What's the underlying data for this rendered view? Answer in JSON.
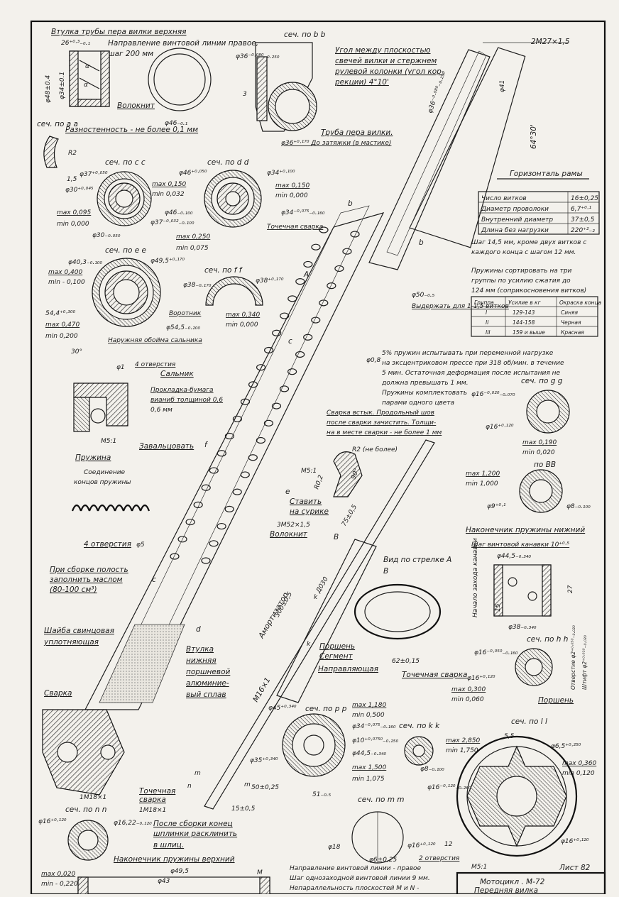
{
  "colors": {
    "paper": "#f3f1ec",
    "ink": "#1a1a1a",
    "hatch": "#2b2b2b"
  },
  "labels": {
    "top_bushing": "Втулка трубы пера вилки верхняя",
    "thread_dir": "Направление винтовой линии правое,",
    "thread_step": "шаг 200 мм",
    "dim_26": "26⁺⁰·³₋₀.₁",
    "phi48": "φ48±0.4",
    "phi34": "φ34±0.1",
    "alpha": "α",
    "wolok": "Волокнит",
    "raznost": "Разностенность - не более 0,1 мм",
    "phi46_01": "φ46₋₀.₁",
    "sec_bb": "сеч. по b b",
    "phi36_top": "φ36⁻⁰·⁰⁸⁰₋₀.₂₅₀",
    "dim_3": "3",
    "angle_note_1": "Угол между плоскостью",
    "angle_note_2": "свечей вилки и стержнем",
    "angle_note_3": "рулевой колонки (угол кор-",
    "angle_note_4": "рекции) 4°10'",
    "tube_label": "Труба пера вилки.",
    "phi36_tube": "φ36⁺⁰·¹⁷⁰ До затяжки (в мастике)",
    "thread_2m27": "2M27×1,5",
    "phi36_diag": "φ36⁻⁰·⁰⁸⁰₋₀.₂₅₀",
    "phi41": "φ41",
    "angle_64": "64°30'",
    "horizon": "Горизонталь рамы",
    "sec_aa": "сеч. по a a",
    "r2": "R2",
    "dim_15": "1,5",
    "sec_cc": "сеч. по c c",
    "phi37": "φ37⁺⁰·⁰⁵⁰",
    "phi30": "φ30⁺⁰·⁰⁴⁵",
    "max095": "max 0,095",
    "min000": "min 0,000",
    "phi30_b": "φ30₋₀.₀₅₀",
    "phi37_b": "φ37⁻⁰·⁰³²₋₀.₁₀₀",
    "max150_c": "max 0,150",
    "min032": "min 0,032",
    "sec_dd": "сеч. по d d",
    "phi46_d": "φ46⁺⁰·⁰⁵⁰",
    "phi34_d": "φ34⁺⁰·¹⁰⁰",
    "max150_d": "max 0,150",
    "min000_d": "min 0,000",
    "phi46_d2": "φ46₋₀.₁₀₀",
    "phi34_d2": "φ34⁻⁰·⁰⁷⁵₋₀.₁₆₀",
    "max250": "max 0,250",
    "min075": "min 0,075",
    "spot_weld": "Точечная сварка",
    "sec_ee": "сеч. по e e",
    "phi403": "φ40,3₋₀.₁₀₀",
    "phi495": "φ49,5⁺⁰·¹⁷⁰",
    "max400": "max 0,400",
    "min100": "min - 0,100",
    "phi544": "54,4⁺⁰·³⁰⁰",
    "max470": "max 0,470",
    "min200": "min 0,200",
    "vorotnik": "Воротник",
    "phi545": "φ54,5₋₀.₂₀₀",
    "outer_cage": "Наружняя обойма сальника",
    "sec_ff": "сеч. по f f",
    "phi38_f": "φ38₋₀.₁₇₀",
    "phi38_f2": "φ38⁺⁰·¹⁷⁰",
    "max340": "max 0,340",
    "min000_f": "min 0,000",
    "springs_table": [
      [
        "Число витков",
        "16±0,25"
      ],
      [
        "Диаметр проволоки",
        "6,7⁺⁰·¹"
      ],
      [
        "Внутренний диаметр",
        "37±0,5"
      ],
      [
        "Длина без нагрузки",
        "220⁺²₋₂"
      ]
    ],
    "pitch_note_1": "Шаг 14,5 мм, кроме двух витков с",
    "pitch_note_2": "каждого конца с шагом 12 мм.",
    "sort_1": "Пружины сортировать на три",
    "sort_2": "группы по усилию сжатия до",
    "sort_3": "124 мм (соприкосновения витков)",
    "group_header": [
      "Группа",
      "Усилие в кг",
      "Окраска конца"
    ],
    "group_rows": [
      [
        "I",
        "129-143",
        "Синяя"
      ],
      [
        "II",
        "144-158",
        "Черная"
      ],
      [
        "III",
        "159 и выше",
        "Красная"
      ]
    ],
    "phi50": "φ50₋₀.₅",
    "vydergat": "Выдержать для 1-1,5 витков",
    "spring_note": [
      "5% пружин испытывать при переменной нагрузке",
      "на эксцентриковом прессе при 318 об/мин. в течение",
      "5 мин. Остаточная деформация после испытания не",
      "должна превышать 1 мм.",
      "Пружины комплектовать",
      "парами одного цвета"
    ],
    "dim_30": "30°",
    "four_holes_top": "4 отверстия",
    "phi1": "φ1",
    "salnik": "Сальник",
    "gasket_1": "Прокладка-бумага",
    "gasket_2": "вианиб толщиной 0,6",
    "gasket_3": "0,6 мм",
    "m51": "M5:1",
    "zavalc": "Завальцовать",
    "pruzhina": "Пружина",
    "join_1": "Соединение",
    "join_2": "концов пружины",
    "sec_gg": "сеч. по g g",
    "phi16_g": "φ16⁻⁰·⁰²⁰₋₀.₀₇₀",
    "phi16_g2": "φ16⁺⁰·¹²⁰",
    "max190": "max 0,190",
    "min020": "min 0,020",
    "weld_1": "Сварка встык. Продольный шов",
    "weld_2": "после сварки зачистить. Толщи-",
    "weld_3": "на в месте сварки - не более 1 мм",
    "r2_limit": "R2 (не более)",
    "m51_b": "M5:1",
    "deg90": "90°",
    "r02": "R0,2",
    "stavit_1": "Ставить",
    "stavit_2": "на сурике",
    "thread_3m52": "3M52×1,5",
    "wolok2": "Волокнит",
    "sec_vv": "по ВВ",
    "max1200": "max 1,200",
    "min1000": "min 1,000",
    "phi9": "φ9⁺⁰·¹",
    "phi8": "φ8₋₀.₁₀₀",
    "lower_tip": "Наконечник пружины нижний",
    "groove_step": "Шаг винтовой канавки 10⁺⁰·⁵",
    "phi445": "φ44,5₋₀.₃₄₀",
    "groove_start": "Начало захода канавки",
    "dim_27": "27",
    "dim_15b": "15",
    "phi38_h": "φ38₋₀.₃₄₀",
    "four_holes": "4 отверстия",
    "phi5": "φ5",
    "fill_1": "При сборке полость",
    "fill_2": "заполнить маслом",
    "fill_3": "(80-100 см³)",
    "dim_75": "75±0,5",
    "arrow_view": "Вид по стрелке А",
    "len_b": "B",
    "d030": "Д030",
    "lead_washer_1": "Шайба свинцовая",
    "lead_washer_2": "уплотняющая",
    "bush_1": "Втулка",
    "bush_2": "нижняя",
    "bush_3": "поршневой",
    "bush_4": "алюминие-",
    "bush_5": "вый сплав",
    "damper": "Амортизатор",
    "dim_300": "300±0,5",
    "piston": "Поршень",
    "segment": "Сегмент",
    "napr": "Направляющая",
    "dim_62": "62±0,15",
    "spot2": "Точечная сварка",
    "sec_hh": "сеч. по h h",
    "phi16_h": "φ16⁻⁰·⁰⁵⁰₋₀.₁₆₀",
    "otv": "Отверстие φ2⁺⁰·⁰⁵⁰₋₀.₀₂₀",
    "shtift": "Штифт φ2⁺⁰·⁰¹⁰₋₀.₀₃₀",
    "phi16_h2": "φ16⁺⁰·¹²⁰",
    "max300": "max 0,300",
    "min060": "min 0,060",
    "porshen": "Поршень",
    "svarka": "Сварка",
    "m16": "M16×1",
    "sec_pp": "сеч. по р р",
    "phi45": "φ45⁺⁰·³⁴⁰",
    "max1180": "max 1,180",
    "min0500": "min 0,500",
    "phi34_p": "φ34⁻⁰·⁰⁷⁵₋₀.₁₆₀",
    "phi10": "φ10⁺⁰·⁰⁷⁵⁰₋₀.₂₅₀",
    "phi445_p": "φ44,5₋₀.₃₄₀",
    "phi35": "φ35⁺⁰·³⁴⁰",
    "max1500": "max 1,500",
    "min1075": "min 1,075",
    "dim_50": "50±0,25",
    "dim_51": "51₋₀.₅",
    "sec_kk": "сеч. по k k",
    "max2850": "max 2,850",
    "min1750": "min 1,750",
    "phi8_k": "φ8₋₀.₁₀₀",
    "sec_ll": "сеч. по l l",
    "dim_55": "5,5",
    "phi65": "φ6,5⁺⁰·²⁵⁰",
    "max360": "max 0,360",
    "min120": "min 0,120",
    "phi16_l": "φ16⁻⁰·¹²⁰₋₀.₂₆₀",
    "phi16_l2": "φ16⁺⁰·¹²⁰",
    "m51_l": "M5:1",
    "dim_12": "12",
    "list": "Лист 82",
    "moto_1": "Мотоцикл . М-72",
    "moto_2": "Передняя вилка",
    "m18": "1M18×1",
    "spot3": "Точечная",
    "spot3b": "сварка",
    "m18b": "1M18×1",
    "dim_15c": "15±0,5",
    "sec_mm": "сеч. по m m",
    "phi18": "φ18",
    "phi16_m": "φ16⁺⁰·¹²⁰",
    "phi6": "φ6±0,25",
    "two_holes": "2 отверстия",
    "riv_1": "После сборки конец",
    "riv_2": "шплинки расклинить",
    "riv_3": "в шлиц.",
    "sec_nn": "сеч. по n n",
    "phi16_n": "φ16⁺⁰·¹²⁰",
    "phi1622": "φ16,22₋₀.₁₂₀",
    "upper_tip": "Наконечник пружины верхний",
    "phi495_b": "φ49,5",
    "phi43": "φ43",
    "max020": "max 0,020",
    "min220": "min - 0,220",
    "dir_note_1": "Направление винтовой линии - правое",
    "dir_note_2": "Шаг однозаходной винтовой линии 9 мм.",
    "dir_note_3": "Непараллельность плоскостей M и N -",
    "M": "M",
    "A_arrow": "A",
    "b_lbl": "b",
    "c_lbl": "c",
    "d_lbl": "d",
    "e_lbl": "e",
    "k_lbl": "k",
    "m_lbl": "m",
    "n_lbl": "n",
    "B_lbl": "B",
    "a_lbl": "a",
    "dim_phi08": "φ0,8",
    "f_lbl": "f"
  }
}
